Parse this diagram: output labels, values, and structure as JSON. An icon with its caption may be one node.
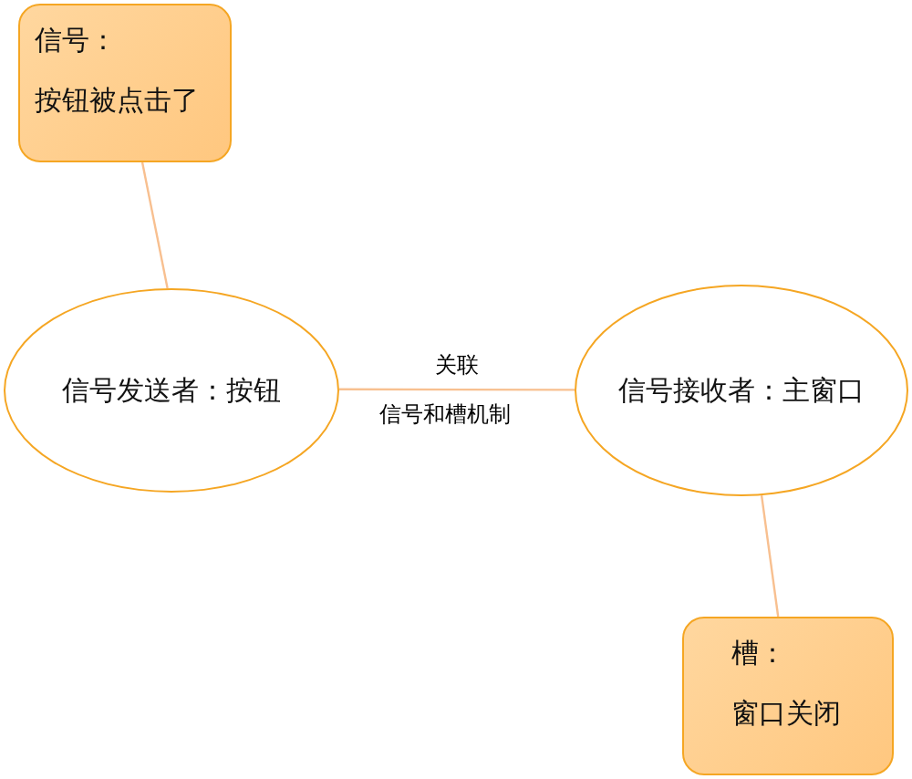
{
  "diagram": {
    "nodes": [
      {
        "text": [
          "信号：",
          "按钮被点击了"
        ]
      },
      {
        "text": [
          "信号发送者：按钮"
        ]
      },
      {
        "text": [
          "信号接收者：主窗口"
        ]
      },
      {
        "text": [
          "槽：",
          "窗口关闭"
        ]
      }
    ],
    "edges": [
      {
        "from": 0,
        "to": 1,
        "arrow": "none"
      },
      {
        "from": 1,
        "to": 2,
        "arrow": "none",
        "label": "关联"
      },
      {
        "from": 2,
        "to": 3,
        "arrow": "none"
      }
    ],
    "labels": [
      "信号和槽机制"
    ]
  }
}
